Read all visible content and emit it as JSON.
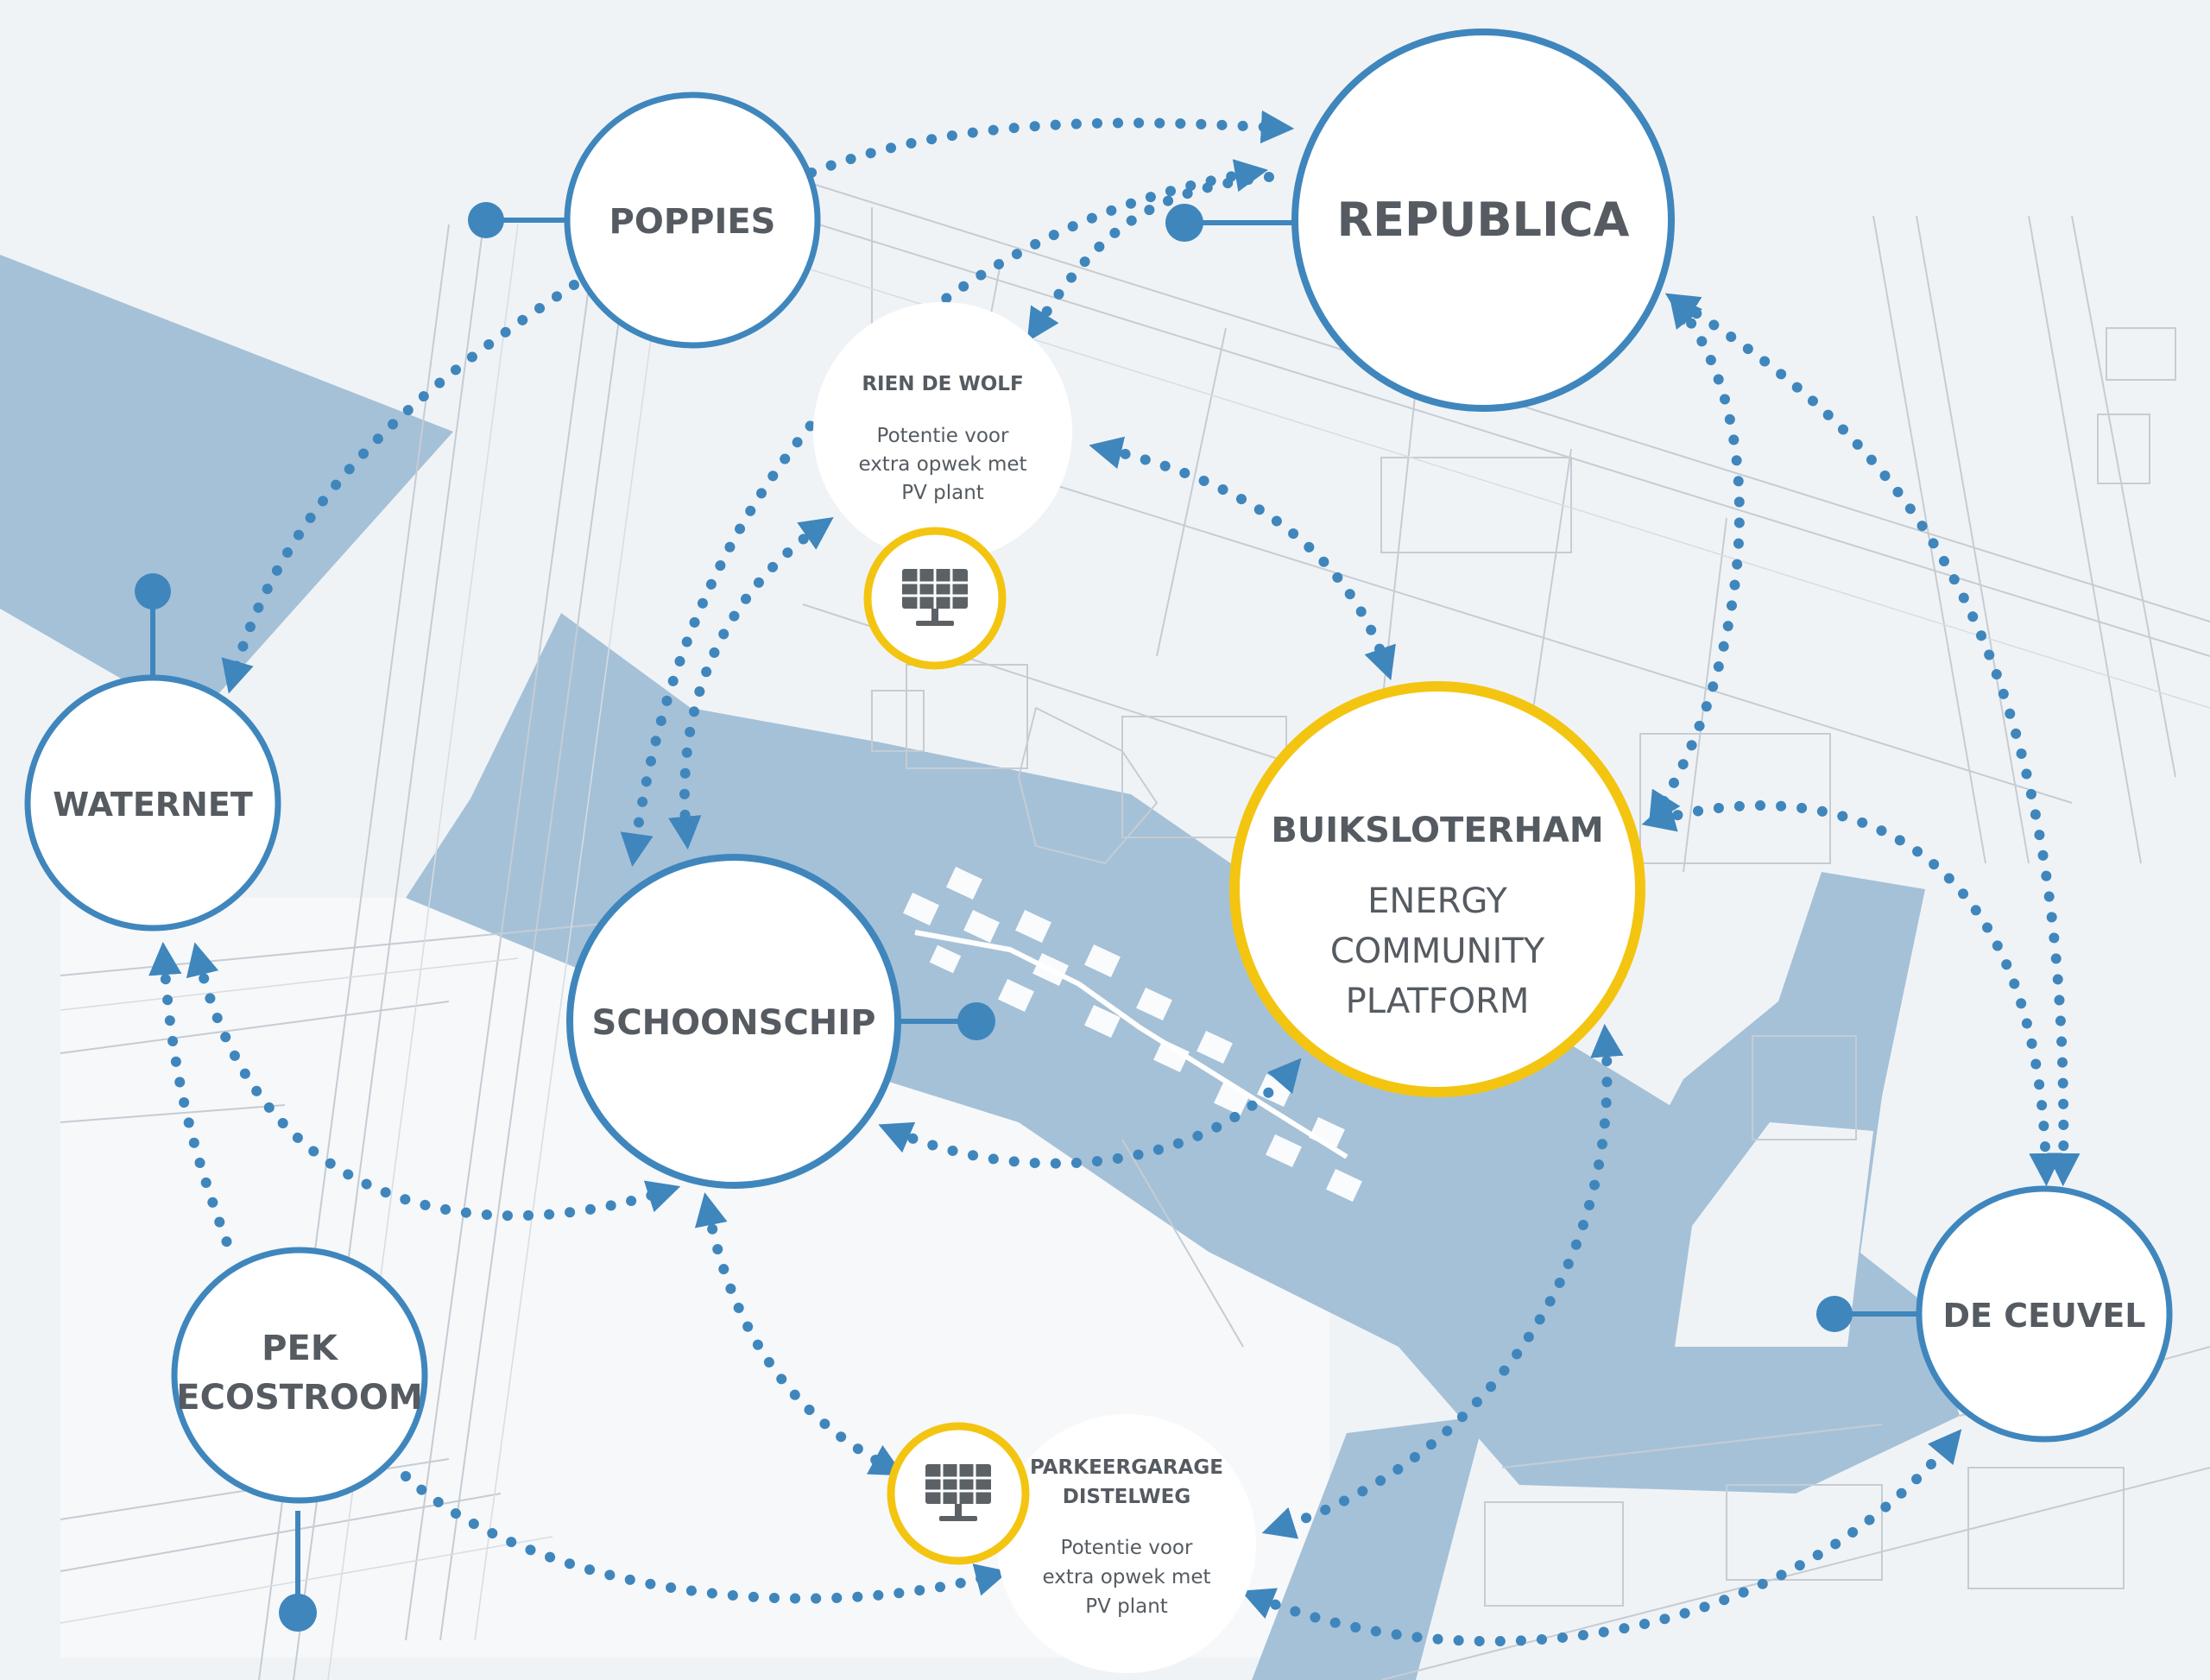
{
  "colors": {
    "blue": "#3f86bd",
    "yellow": "#f3c511",
    "water": "#a5c1d8",
    "text": "#555b61",
    "map_line": "#c5ccd3"
  },
  "nodes": {
    "poppies": "POPPIES",
    "republica": "REPUBLICA",
    "waternet": "WATERNET",
    "schoonschip": "SCHOONSCHIP",
    "buiksloterham": {
      "title": "BUIKSLOTERHAM",
      "line1": "ENERGY",
      "line2": "COMMUNITY",
      "line3": "PLATFORM"
    },
    "de_ceuvel": "DE CEUVEL",
    "pek": {
      "line1": "PEK",
      "line2": "ECOSTROOM"
    },
    "rien_de_wolf": {
      "title": "RIEN DE WOLF",
      "desc1": "Potentie voor",
      "desc2": "extra opwek met",
      "desc3": "PV plant"
    },
    "parkeergarage": {
      "title1": "PARKEERGARAGE",
      "title2": "DISTELWEG",
      "desc1": "Potentie voor",
      "desc2": "extra opwek met",
      "desc3": "PV plant"
    }
  },
  "icons": {
    "solar_panel_1": "solar-panel-icon",
    "solar_panel_2": "solar-panel-icon"
  }
}
